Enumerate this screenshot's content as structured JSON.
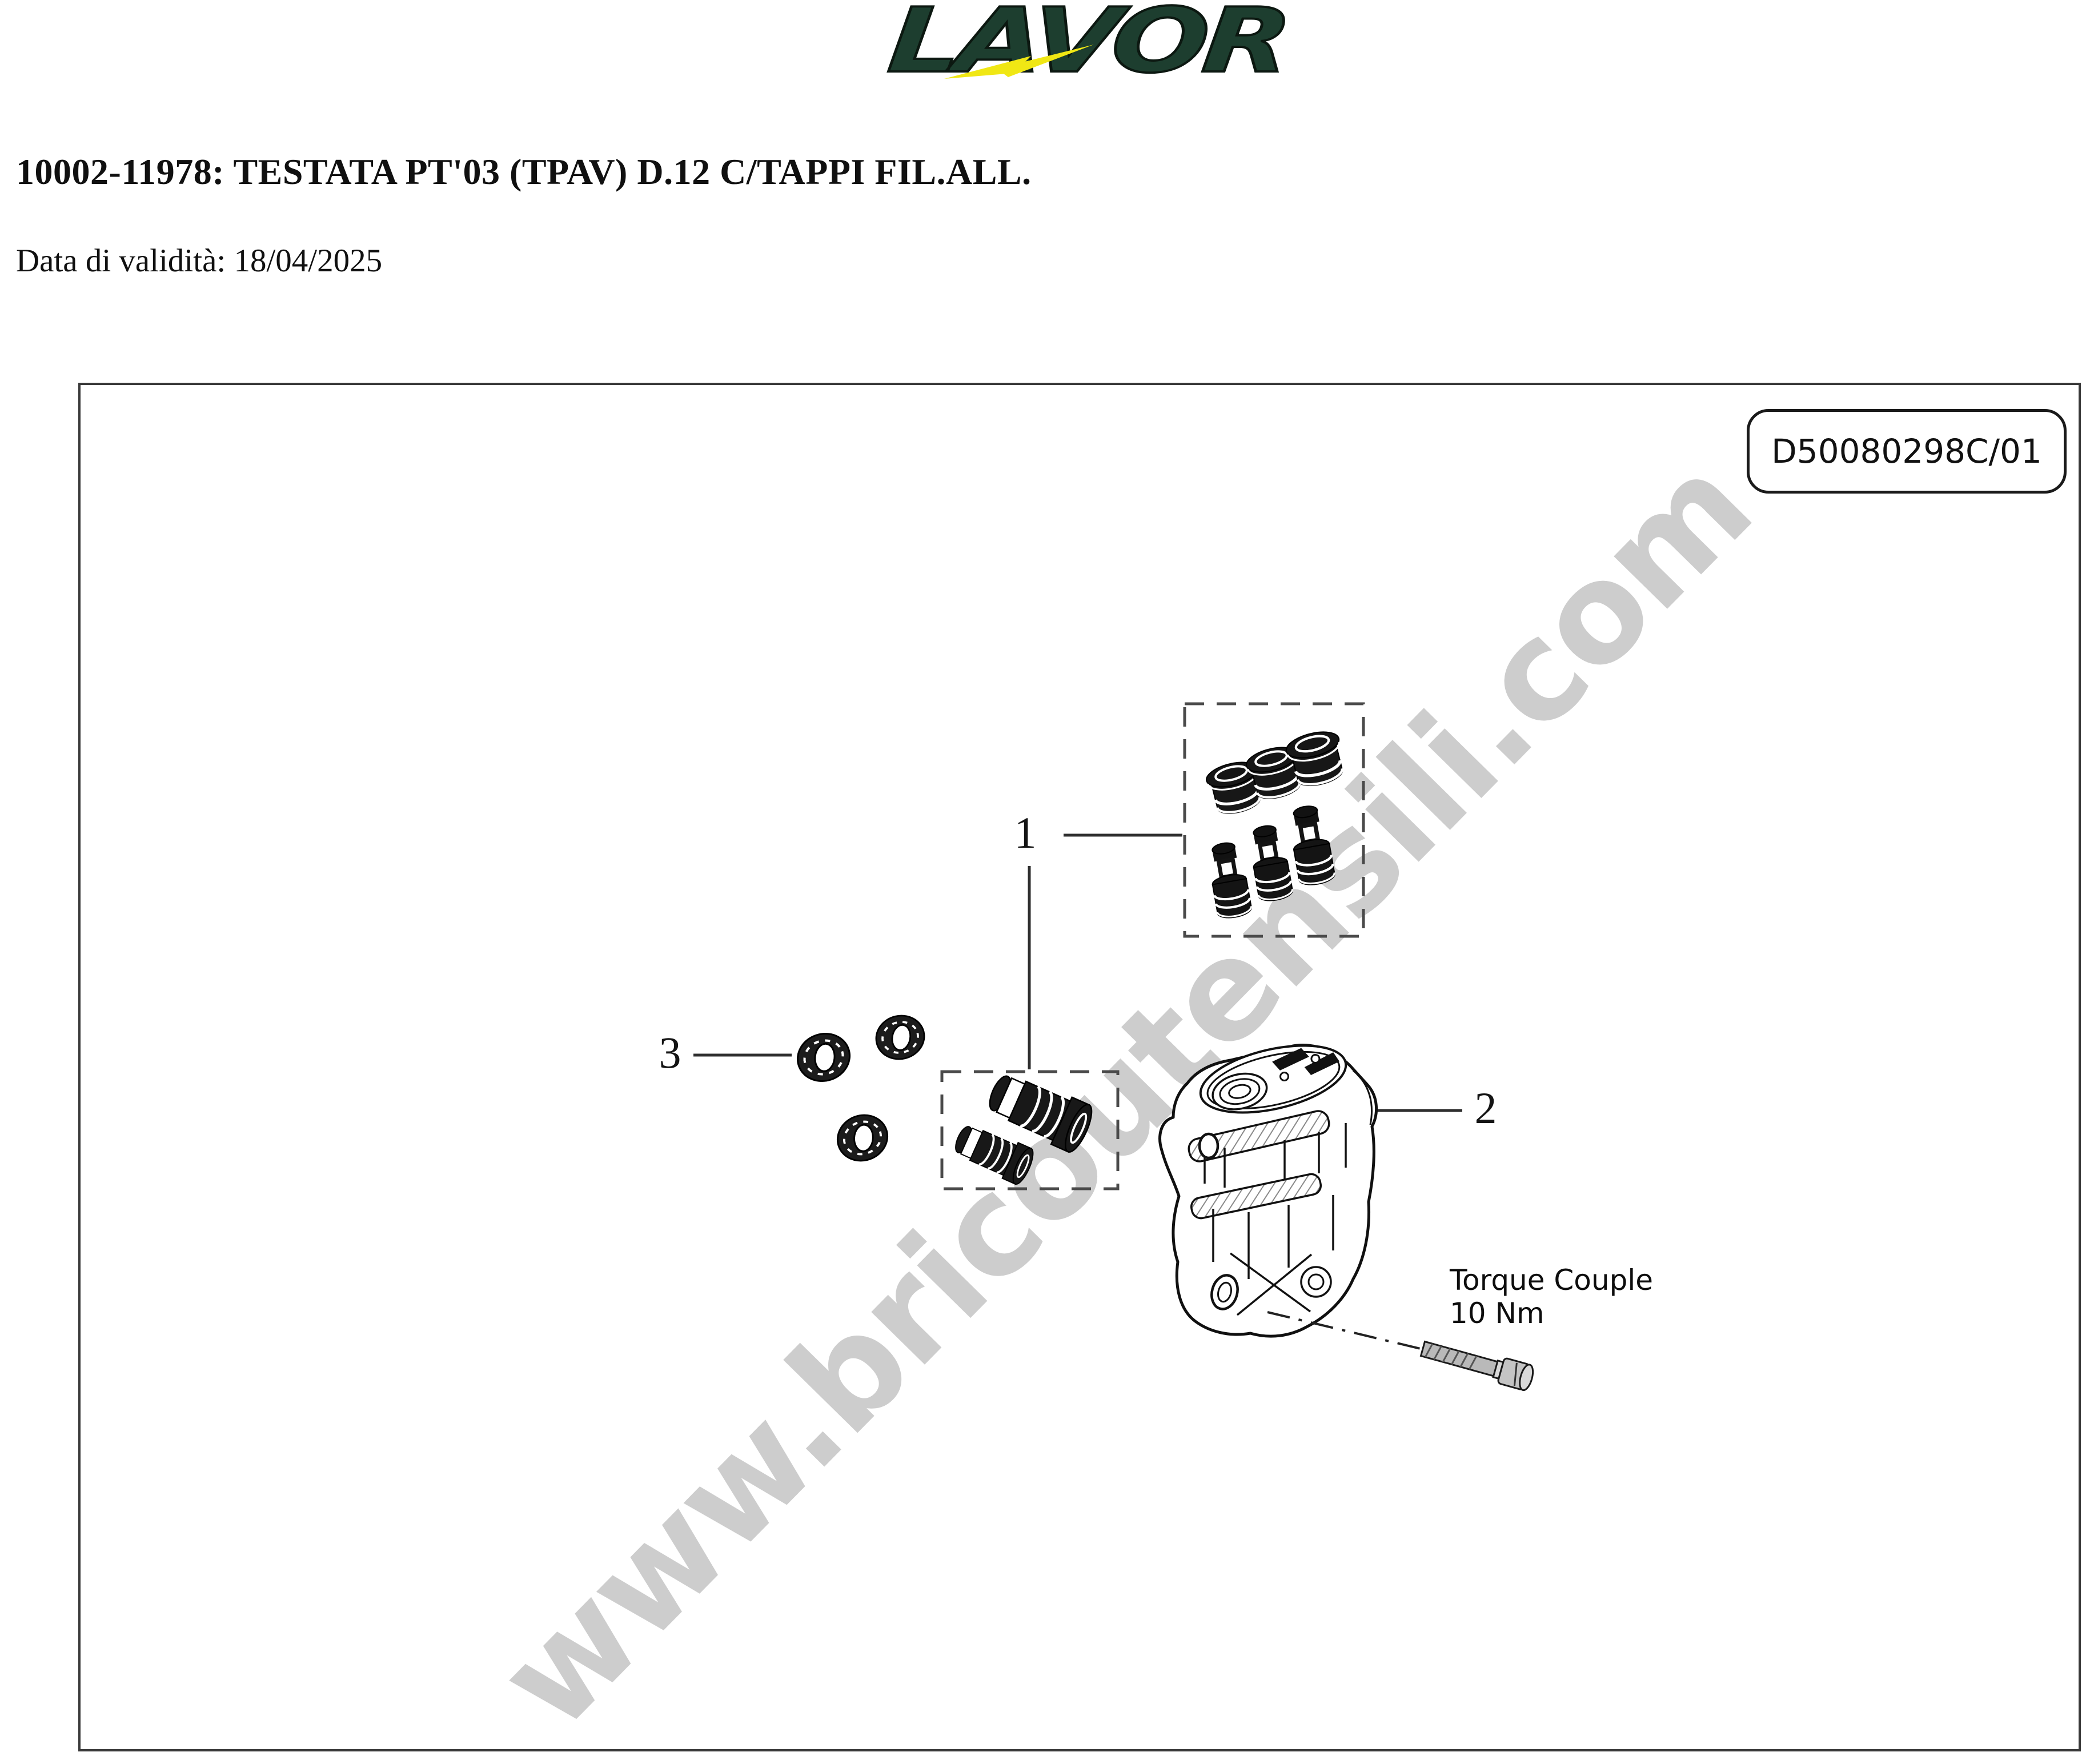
{
  "header": {
    "logo_text": "LAVOR",
    "title": "10002-11978: TESTATA PT'03 (TPAV) D.12 C/TAPPI FIL.ALL.",
    "validity": "Data di validità: 18/04/2025"
  },
  "diagram": {
    "drawing_number": "D50080298C/01",
    "watermark": "www.bricoutensili.com",
    "torque_note": {
      "line1": "Torque Couple",
      "line2": "10 Nm"
    },
    "callouts": [
      {
        "label": "1"
      },
      {
        "label": "2"
      },
      {
        "label": "3"
      }
    ]
  },
  "colors": {
    "logo_green": "#1d3e2f",
    "logo_yellow": "#f0e714",
    "watermark_gray": "#cdcdcd",
    "line_dark": "#1a1a1a"
  }
}
